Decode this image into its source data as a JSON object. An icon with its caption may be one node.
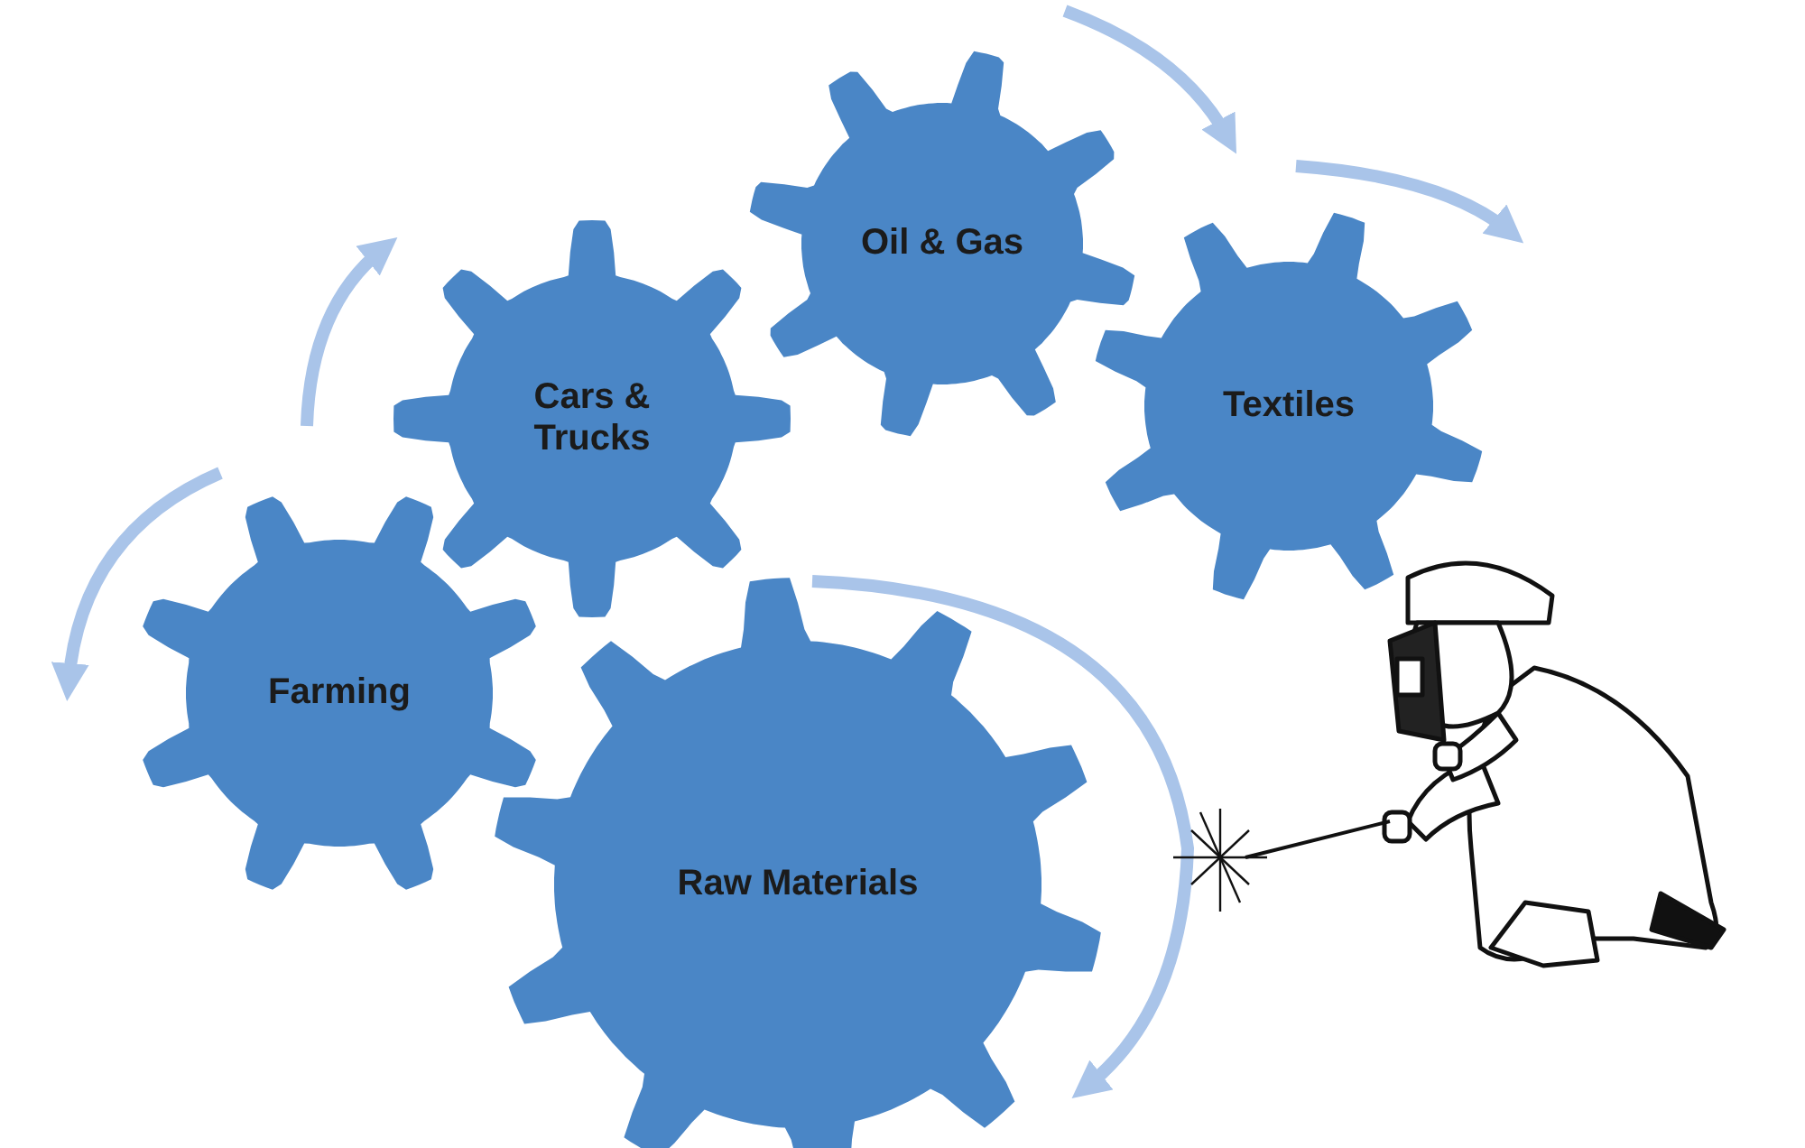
{
  "diagram": {
    "nodes": [
      {
        "text": [
          "Oil & Gas"
        ]
      },
      {
        "text": [
          "Cars & Trucks"
        ]
      },
      {
        "text": [
          "Textiles"
        ]
      },
      {
        "text": [
          "Farming"
        ]
      },
      {
        "text": [
          "Raw Materials"
        ]
      }
    ],
    "edges": []
  }
}
